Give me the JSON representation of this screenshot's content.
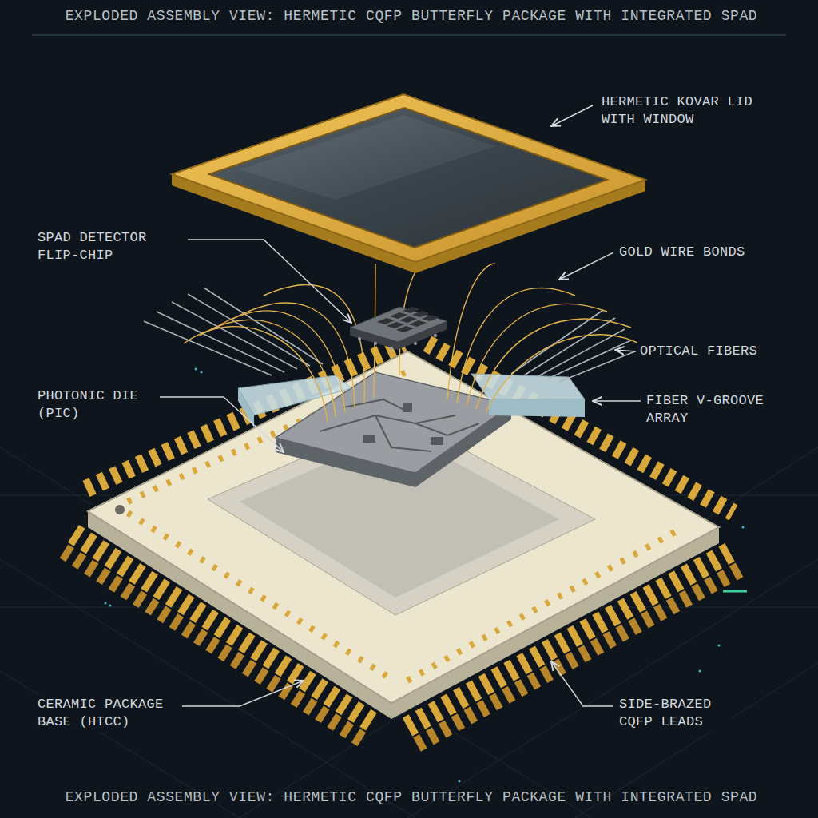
{
  "diagram": {
    "title": "EXPLODED ASSEMBLY VIEW: HERMETIC CQFP BUTTERFLY PACKAGE WITH INTEGRATED SPAD",
    "caption": "EXPLODED ASSEMBLY VIEW: HERMETIC CQFP BUTTERFLY PACKAGE WITH INTEGRATED SPAD",
    "labels": [
      "HERMETIC KOVAR LID WITH WINDOW",
      "SPAD DETECTOR FLIP-CHIP",
      "GOLD WIRE BONDS",
      "OPTICAL FIBERS",
      "PHOTONIC DIE (PIC)",
      "FIBER V-GROOVE ARRAY",
      "CERAMIC PACKAGE BASE (HTCC)",
      "SIDE-BRAZED CQFP LEADS"
    ]
  }
}
